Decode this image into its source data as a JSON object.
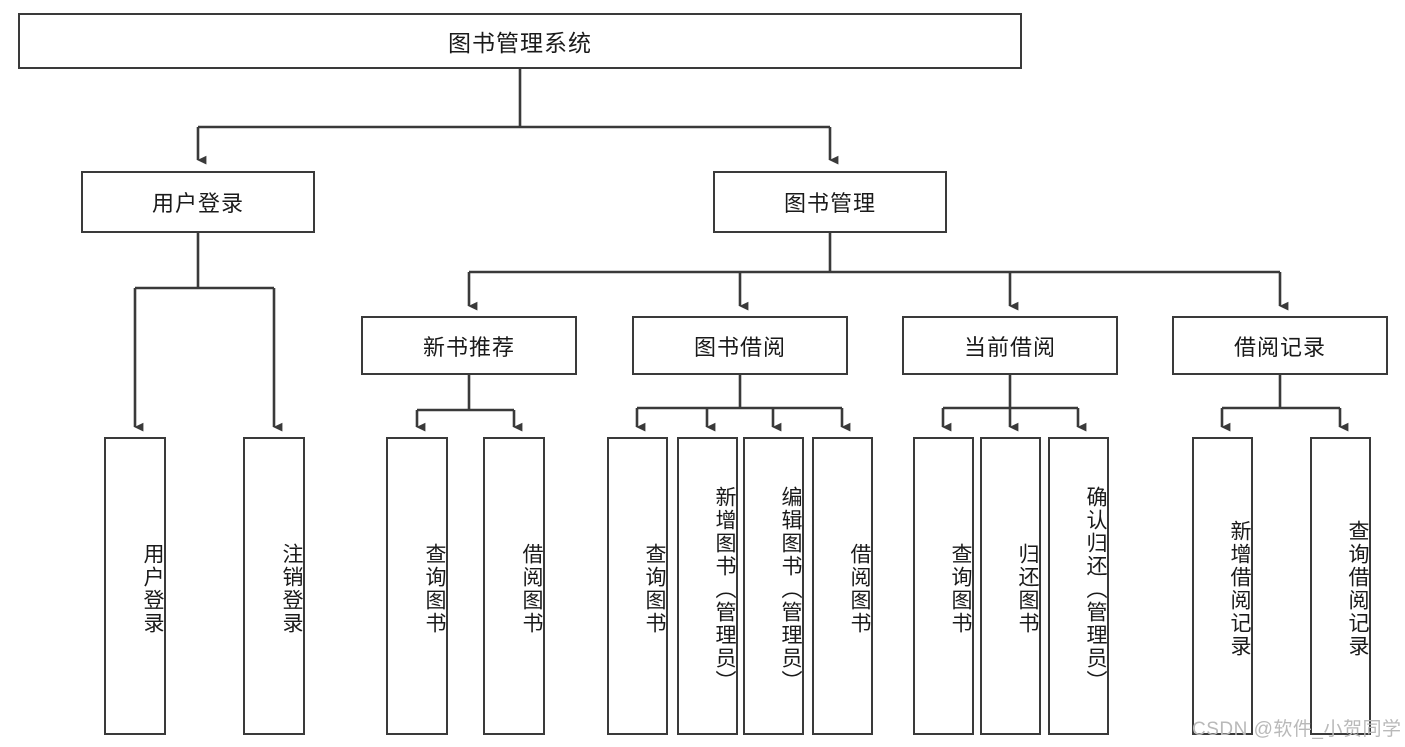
{
  "diagram": {
    "title": "图书管理系统",
    "type": "tree",
    "watermark": "CSDN @软件_小贺同学",
    "colors": {
      "box_border": "#3a3a3a",
      "box_fill": "#ffffff",
      "line": "#3a3a3a",
      "text": "#1a1a1a",
      "watermark": "#b9b9b9"
    },
    "nodes": {
      "root": {
        "label": "图书管理系统"
      },
      "level1": [
        {
          "id": "user-login",
          "label": "用户登录"
        },
        {
          "id": "book-manage",
          "label": "图书管理"
        }
      ],
      "level2": [
        {
          "id": "new-book-recommend",
          "label": "新书推荐"
        },
        {
          "id": "book-borrow",
          "label": "图书借阅"
        },
        {
          "id": "current-borrow",
          "label": "当前借阅"
        },
        {
          "id": "borrow-record",
          "label": "借阅记录"
        }
      ],
      "leaves": {
        "user-login": [
          {
            "id": "leaf-user-login",
            "label": "用户登录"
          },
          {
            "id": "leaf-logout-login",
            "label": "注销登录"
          }
        ],
        "new-book-recommend": [
          {
            "id": "leaf-query-book-1",
            "label": "查询图书"
          },
          {
            "id": "leaf-borrow-book-1",
            "label": "借阅图书"
          }
        ],
        "book-borrow": [
          {
            "id": "leaf-query-book-2",
            "label": "查询图书"
          },
          {
            "id": "leaf-add-book",
            "label": "新增图书（管理员）"
          },
          {
            "id": "leaf-edit-book",
            "label": "编辑图书（管理员）"
          },
          {
            "id": "leaf-borrow-book-2",
            "label": "借阅图书"
          }
        ],
        "current-borrow": [
          {
            "id": "leaf-query-book-3",
            "label": "查询图书"
          },
          {
            "id": "leaf-return-book",
            "label": "归还图书"
          },
          {
            "id": "leaf-confirm-return",
            "label": "确认归还（管理员）"
          }
        ],
        "borrow-record": [
          {
            "id": "leaf-add-record",
            "label": "新增借阅记录"
          },
          {
            "id": "leaf-query-record",
            "label": "查询借阅记录"
          }
        ]
      }
    }
  }
}
